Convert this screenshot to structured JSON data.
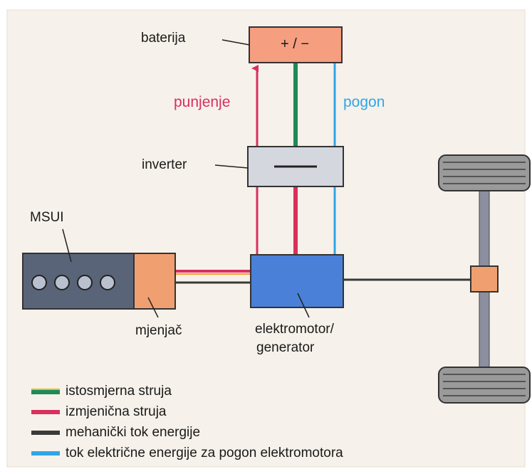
{
  "labels": {
    "battery": "baterija",
    "battery_symbol": "+ / −",
    "charging": "punjenje",
    "drive": "pogon",
    "inverter": "inverter",
    "engine": "MSUI",
    "gearbox": "mjenjač",
    "motor_line1": "elektromotor/",
    "motor_line2": "generator"
  },
  "legend": [
    {
      "label": "istosmjerna struja",
      "color": "#1e8a5a"
    },
    {
      "label": "izmjenična struja",
      "color": "#d9305e"
    },
    {
      "label": "mehanički tok energije",
      "color": "#3a3a3a"
    },
    {
      "label": "tok električne energije za pogon elektromotora",
      "color": "#2ea6e8"
    }
  ],
  "colors": {
    "background": "#f6f1ea",
    "battery": "#f59e80",
    "inverter": "#d4d7de",
    "engine": "#5a6478",
    "gearbox": "#f0a070",
    "motor": "#4a80d8",
    "dc_line": "#1e8a5a",
    "ac_line": "#d9305e",
    "mechanical": "#3a3a3a",
    "drive_flow": "#2ea6e8",
    "charging_text": "#d9305e",
    "drive_text": "#2ea6e8"
  }
}
